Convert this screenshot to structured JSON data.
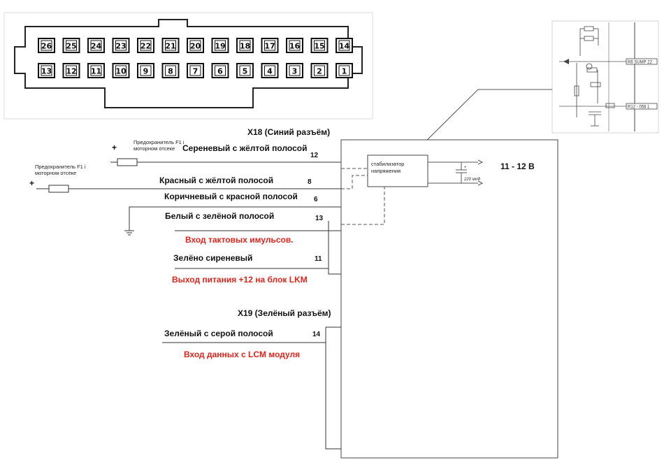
{
  "connector": {
    "top_pins": [
      "26",
      "25",
      "24",
      "23",
      "22",
      "21",
      "20",
      "19",
      "18",
      "17",
      "16",
      "15",
      "14"
    ],
    "bottom_pins": [
      "13",
      "12",
      "11",
      "10",
      "9",
      "8",
      "7",
      "6",
      "5",
      "4",
      "3",
      "2",
      "1"
    ]
  },
  "x18": {
    "title": "X18 (Синий разъём)"
  },
  "x19": {
    "title": "X19 (Зелёный разъём)"
  },
  "fuses": {
    "fuse1_label_l1": "Предохранитель F1 i",
    "fuse1_label_l2": "моторном отсеке",
    "fuse2_label_l1": "Предохранитель F1 i",
    "fuse2_label_l2": "моторном отсеке",
    "plus": "+"
  },
  "wires": {
    "w12_label": "Сереневый с  жёлтой полосой",
    "w12_pin": "12",
    "w8_label": "Красный с  жёлтой полосой",
    "w8_pin": "8",
    "w6_label": "Коричневый с красной полосой",
    "w6_pin": "6",
    "w13_label": "Белый с зелёной полосой",
    "w13_pin": "13",
    "w11_label": "Зелёно сиреневый",
    "w11_pin": "11",
    "w14_label": "Зелёный с серой полосой",
    "w14_pin": "14"
  },
  "notes": {
    "clock_input": "Вход тактовых имульсов.",
    "power_out": "Выход питания +12  на блок LKM",
    "data_input": "Вход данных с LCM модуля"
  },
  "stabilizer": {
    "line1": "стабилизатор",
    "line2": "напряжения",
    "cap_label": "220 мкФ",
    "cap_plus": "+",
    "output_voltage": "11 - 12 В"
  },
  "inset": {
    "label_a": "R6 SUMP 22",
    "label_b": "R12 - 058  1"
  }
}
